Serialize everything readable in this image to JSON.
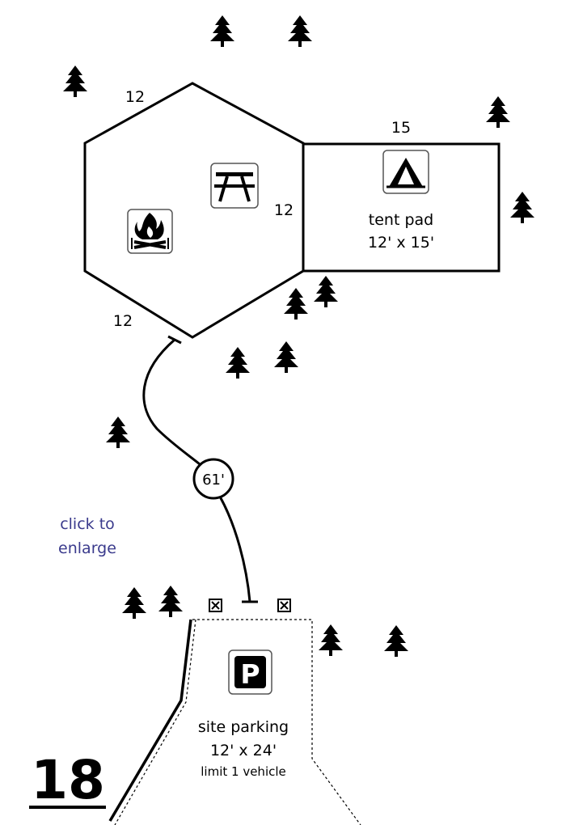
{
  "site": {
    "number": "18",
    "shelter": {
      "side_top": "12",
      "side_right": "12",
      "side_bottom": "12",
      "icons": [
        "picnic-table-icon",
        "campfire-icon"
      ]
    },
    "tent_pad": {
      "side_top": "15",
      "label": "tent pad",
      "size": "12' x 15'",
      "icon": "tent-icon"
    },
    "path": {
      "distance": "61'"
    },
    "parking": {
      "label": "site parking",
      "size": "12' x 24'",
      "note": "limit 1 vehicle",
      "icon": "parking-icon"
    },
    "enlarge_link": {
      "line1": "click to",
      "line2": "enlarge"
    }
  },
  "colors": {
    "ink": "#000000",
    "link": "#3a3a8c",
    "icon_border": "#555555"
  }
}
